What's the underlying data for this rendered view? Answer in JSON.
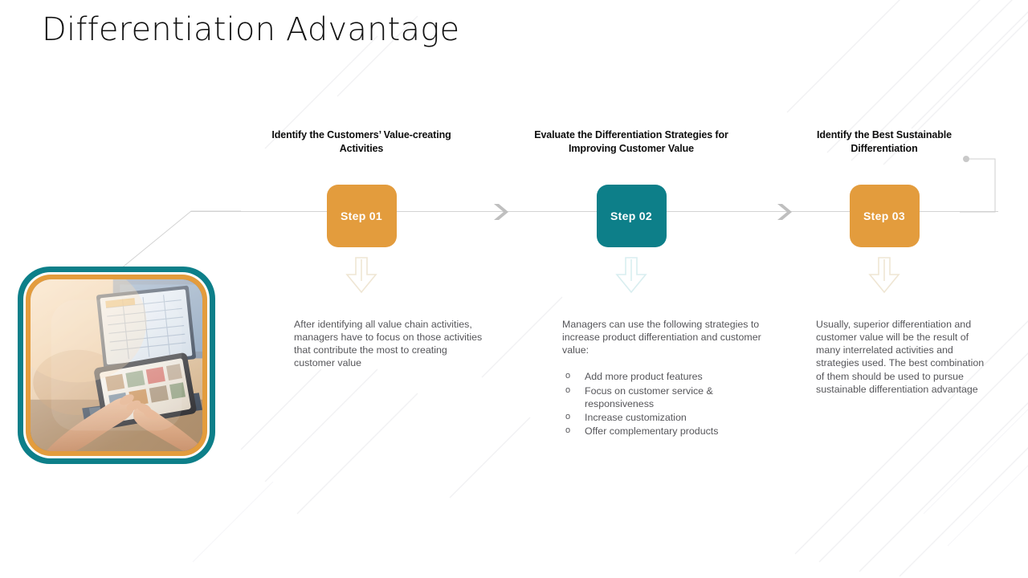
{
  "slide": {
    "title": "Differentiation Advantage"
  },
  "colors": {
    "orange": "#e39c3d",
    "teal": "#0d7f89",
    "body_text": "#56565a",
    "heading_text": "#0d0d0d",
    "connector": "#d3d3d3"
  },
  "steps": [
    {
      "heading": "Identify the Customers’ Value-creating Activities",
      "chip_label": "Step 01",
      "chip_color": "#e39c3d",
      "body": "After identifying all value chain activities, managers have to focus on those activities that contribute the most to creating customer value",
      "bullets": []
    },
    {
      "heading": "Evaluate the Differentiation Strategies for Improving Customer Value",
      "chip_label": "Step 02",
      "chip_color": "#0d7f89",
      "body": "Managers can use the following strategies to increase product differentiation and customer value:",
      "bullets": [
        "Add more product features",
        "Focus on customer service & responsiveness",
        "Increase customization",
        "Offer complementary products"
      ]
    },
    {
      "heading": "Identify the Best Sustainable Differentiation",
      "chip_label": "Step 03",
      "chip_color": "#e39c3d",
      "body": "Usually, superior differentiation and customer value will be the result of many interrelated activities and strategies used. The best combination of them should be used to pursue sustainable differentiation advantage",
      "bullets": []
    }
  ],
  "bullet_marker": "o",
  "icons": {
    "chevron_right": "chevron-right-icon",
    "down_arrow": "down-arrow-icon",
    "photo": "person-using-tablet-photo",
    "bracket_dot": "bracket-endpoint-dot"
  }
}
